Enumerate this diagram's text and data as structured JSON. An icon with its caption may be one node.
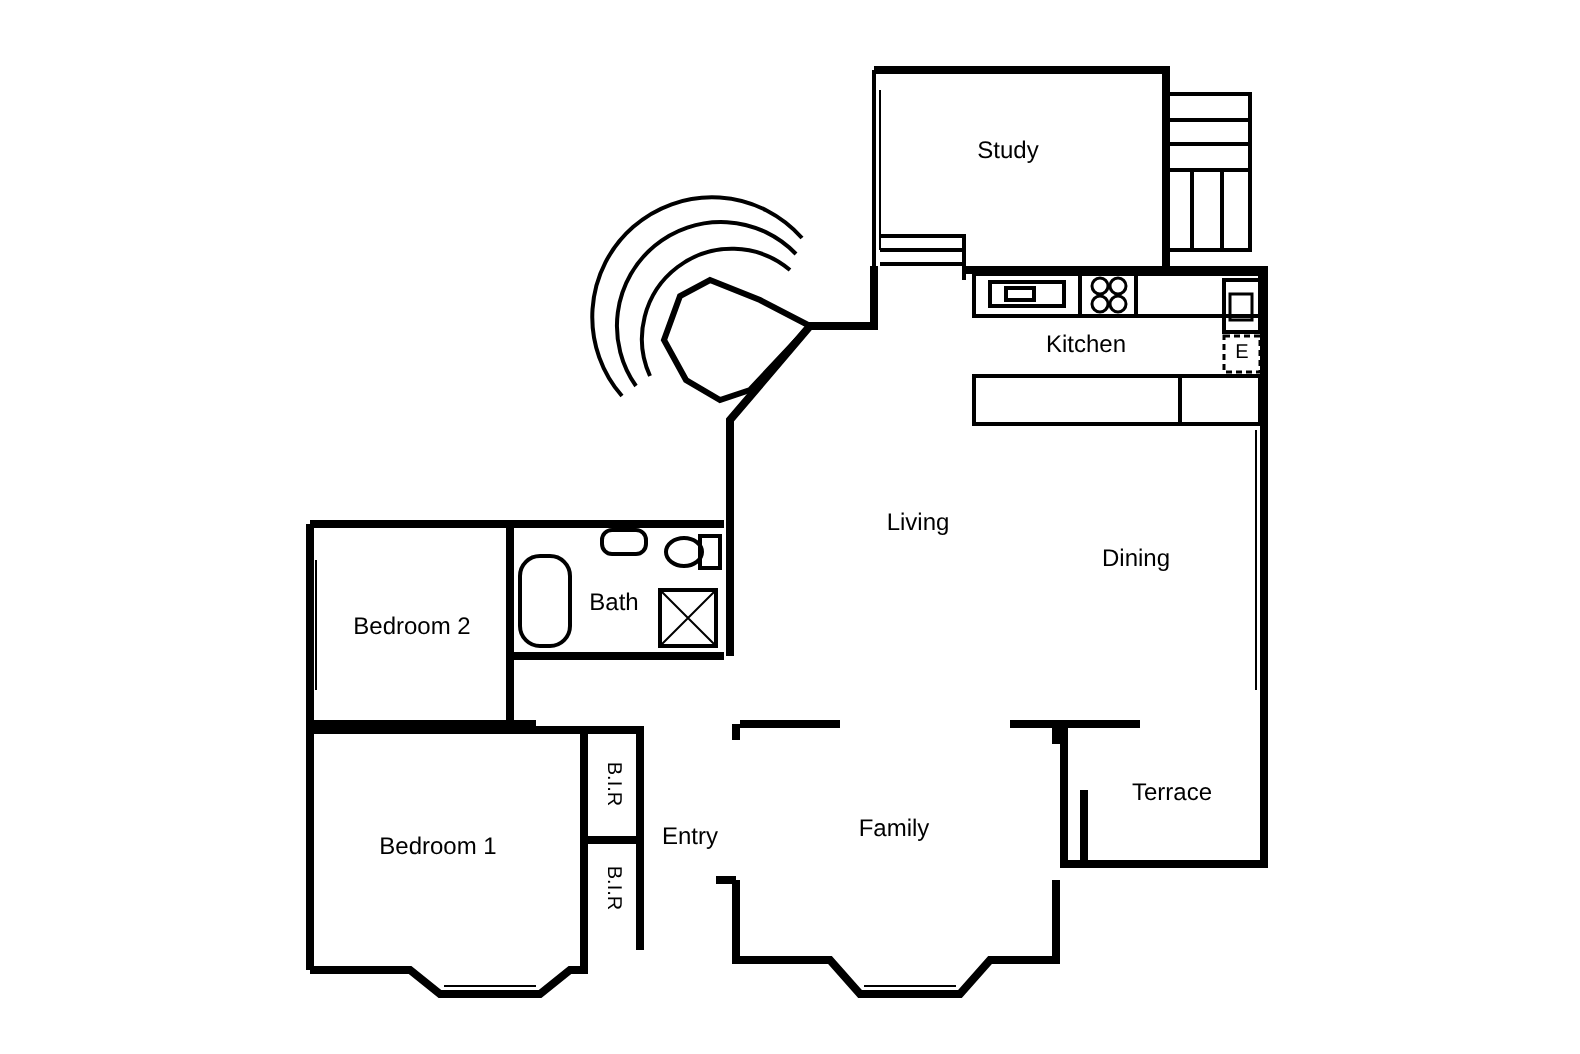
{
  "diagram": {
    "nodes": [
      {
        "text": [
          "Study"
        ]
      },
      {
        "text": [
          "Kitchen"
        ]
      },
      {
        "text": [
          "E"
        ]
      },
      {
        "text": [
          "Living"
        ]
      },
      {
        "text": [
          "Dining"
        ]
      },
      {
        "text": [
          "Bedroom 2"
        ]
      },
      {
        "text": [
          "Bath"
        ]
      },
      {
        "text": [
          "B.I.R"
        ]
      },
      {
        "text": [
          "Entry"
        ]
      },
      {
        "text": [
          "Family"
        ]
      },
      {
        "text": [
          "Terrace"
        ]
      },
      {
        "text": [
          "B.I.R"
        ]
      },
      {
        "text": [
          "Bedroom 1"
        ]
      }
    ]
  }
}
